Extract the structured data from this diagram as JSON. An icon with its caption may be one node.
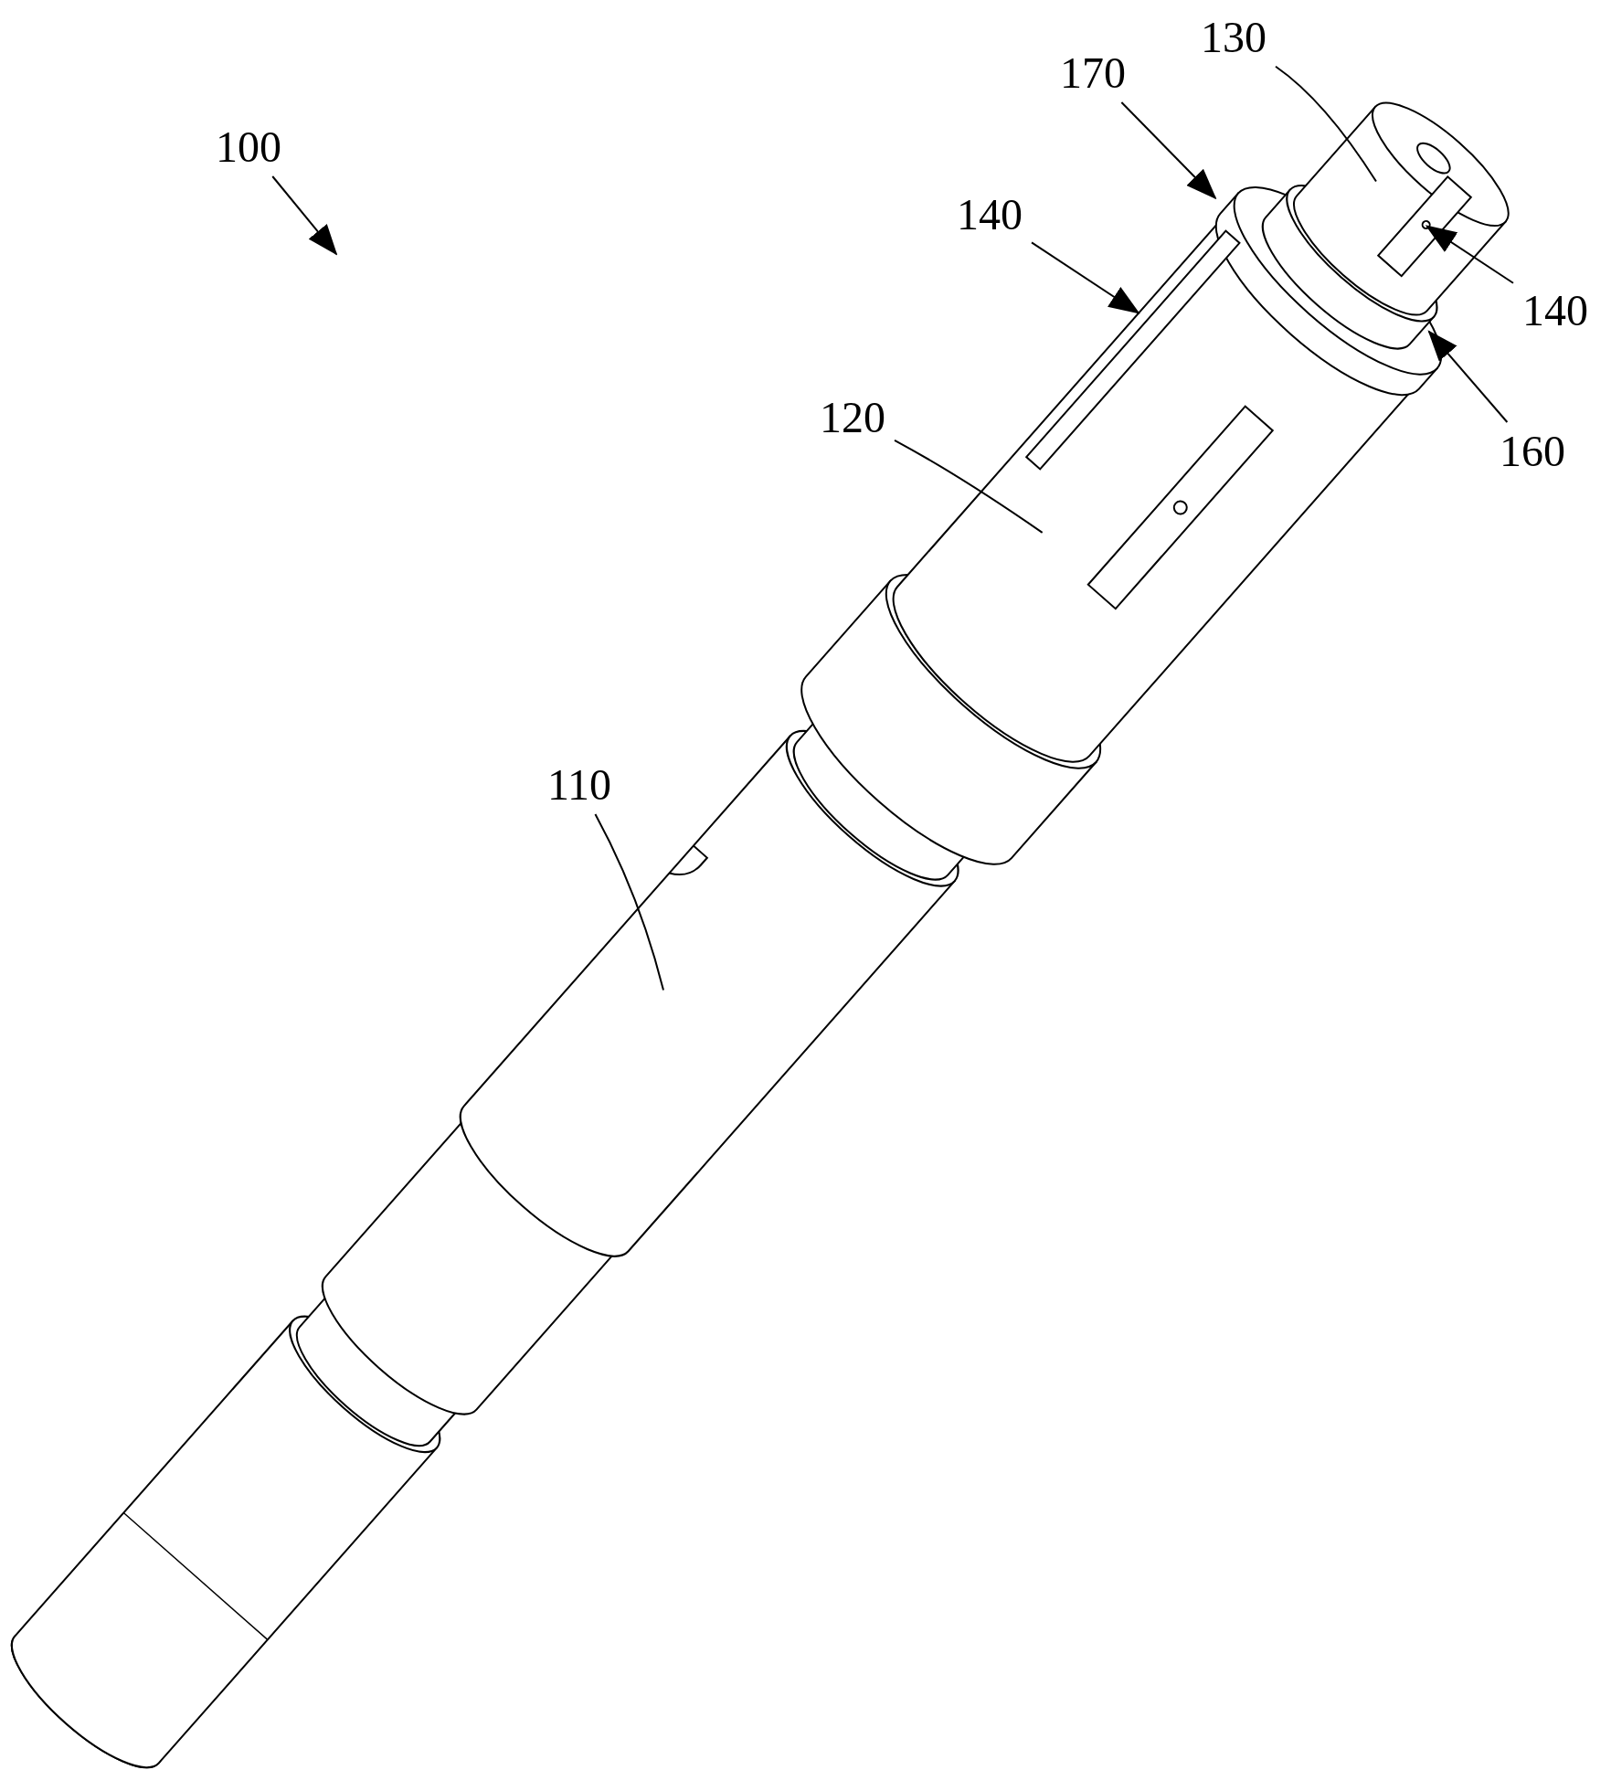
{
  "diagram": {
    "nodes": [
      {
        "text": [
          "130"
        ]
      },
      {
        "text": [
          "170"
        ]
      },
      {
        "text": [
          "100"
        ]
      },
      {
        "text": [
          "140"
        ]
      },
      {
        "text": [
          "140"
        ]
      },
      {
        "text": [
          "120"
        ]
      },
      {
        "text": [
          "160"
        ]
      },
      {
        "text": [
          "110"
        ]
      }
    ],
    "edges": [
      {
        "from": 0,
        "to": null,
        "arrow": "none"
      },
      {
        "from": 1,
        "to": null,
        "arrow": "to"
      },
      {
        "from": 2,
        "to": null,
        "arrow": "to"
      },
      {
        "from": 3,
        "to": null,
        "arrow": "to"
      },
      {
        "from": 4,
        "to": null,
        "arrow": "to"
      },
      {
        "from": 5,
        "to": null,
        "arrow": "none"
      },
      {
        "from": 6,
        "to": null,
        "arrow": "to"
      },
      {
        "from": 7,
        "to": null,
        "arrow": "none"
      }
    ]
  }
}
